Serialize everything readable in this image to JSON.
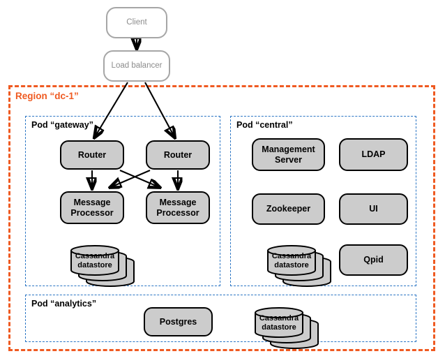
{
  "diagram": {
    "title": "Apigee Edge Private Cloud topology",
    "colors": {
      "region_border": "#ef5a21",
      "region_label": "#ef5a21",
      "pod_border": "#2a75c4",
      "node_fill": "#cccccc",
      "node_border": "#000000",
      "ghost_border": "#a6a6a6",
      "ghost_text": "#8c8c8c",
      "arrow": "#000000",
      "background": "#ffffff"
    }
  },
  "external": {
    "client": {
      "label": "Client"
    },
    "load_balancer": {
      "label": "Load balancer"
    }
  },
  "region": {
    "label": "Region “dc-1”"
  },
  "pods": {
    "gateway": {
      "label": "Pod “gateway”",
      "nodes": [
        {
          "name": "router-1",
          "lines": [
            "Router"
          ]
        },
        {
          "name": "router-2",
          "lines": [
            "Router"
          ]
        },
        {
          "name": "message-processor-1",
          "lines": [
            "Message",
            "Processor"
          ]
        },
        {
          "name": "message-processor-2",
          "lines": [
            "Message",
            "Processor"
          ]
        }
      ],
      "datastores": [
        {
          "name": "cassandra-datastore-gateway",
          "lines": [
            "Cassandra",
            "datastore"
          ],
          "stack": 3
        }
      ]
    },
    "central": {
      "label": "Pod “central”",
      "nodes": [
        {
          "name": "management-server",
          "lines": [
            "Management",
            "Server"
          ]
        },
        {
          "name": "ldap",
          "lines": [
            "LDAP"
          ]
        },
        {
          "name": "zookeeper",
          "lines": [
            "Zookeeper"
          ]
        },
        {
          "name": "ui",
          "lines": [
            "UI"
          ]
        },
        {
          "name": "qpid",
          "lines": [
            "Qpid"
          ]
        }
      ],
      "datastores": [
        {
          "name": "cassandra-datastore-central",
          "lines": [
            "Cassandra",
            "datastore"
          ],
          "stack": 3
        }
      ]
    },
    "analytics": {
      "label": "Pod “analytics”",
      "nodes": [
        {
          "name": "postgres",
          "lines": [
            "Postgres"
          ]
        }
      ],
      "datastores": [
        {
          "name": "cassandra-datastore-analytics",
          "lines": [
            "Cassandra",
            "datastore"
          ],
          "stack": 3
        }
      ]
    }
  },
  "connections": [
    {
      "from": "client",
      "to": "load-balancer"
    },
    {
      "from": "load-balancer",
      "to": "router-1"
    },
    {
      "from": "load-balancer",
      "to": "router-2"
    },
    {
      "from": "router-1",
      "to": "message-processor-1"
    },
    {
      "from": "router-1",
      "to": "message-processor-2"
    },
    {
      "from": "router-2",
      "to": "message-processor-1"
    },
    {
      "from": "router-2",
      "to": "message-processor-2"
    }
  ]
}
